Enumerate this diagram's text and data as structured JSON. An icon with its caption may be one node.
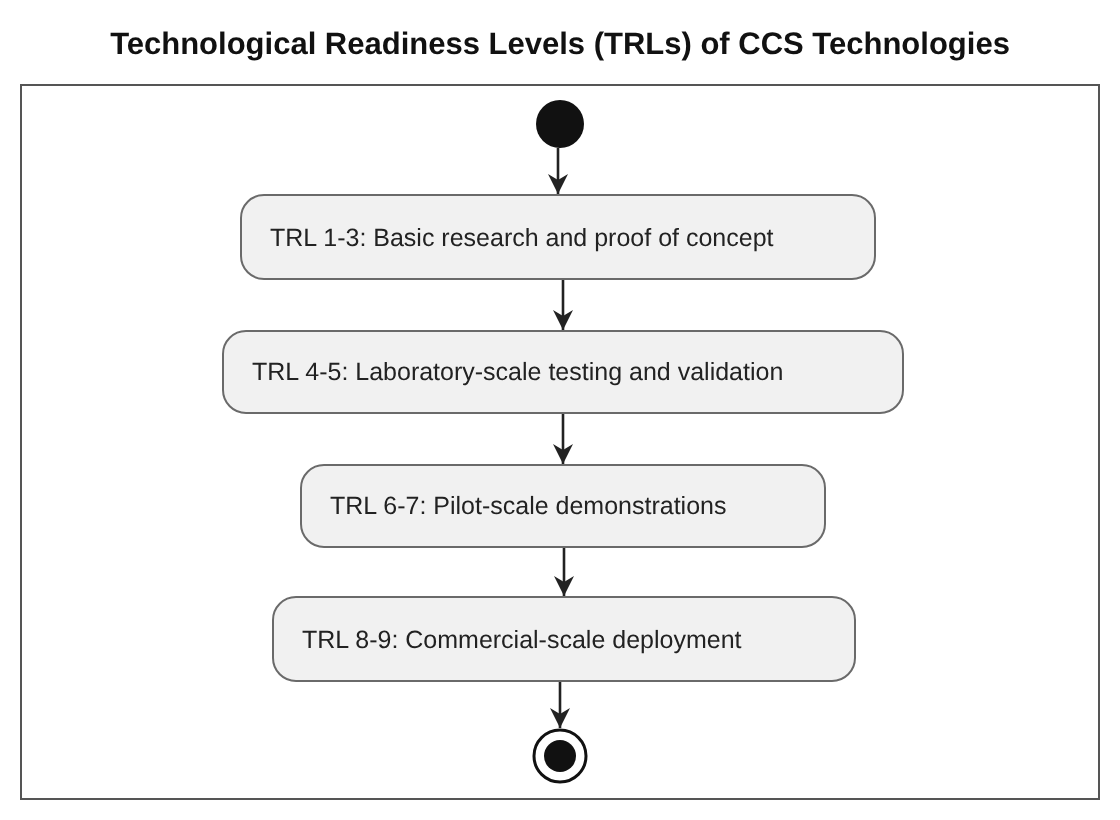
{
  "diagram": {
    "title": "Technological Readiness Levels (TRLs) of CCS Technologies",
    "nodes": [
      {
        "text": [],
        "shape": "circle"
      },
      {
        "text": [
          "TRL 1-3: Basic research and proof of concept"
        ]
      },
      {
        "text": [
          "TRL 4-5: Laboratory-scale testing and validation"
        ]
      },
      {
        "text": [
          "TRL 6-7: Pilot-scale demonstrations"
        ]
      },
      {
        "text": [
          "TRL 8-9: Commercial-scale deployment"
        ]
      },
      {
        "text": [],
        "shape": "bullseye"
      }
    ],
    "edges": [
      {
        "from": 0,
        "to": 1,
        "arrow": "to"
      },
      {
        "from": 1,
        "to": 2,
        "arrow": "to"
      },
      {
        "from": 2,
        "to": 3,
        "arrow": "to"
      },
      {
        "from": 3,
        "to": 4,
        "arrow": "to"
      },
      {
        "from": 4,
        "to": 5,
        "arrow": "to"
      }
    ]
  }
}
